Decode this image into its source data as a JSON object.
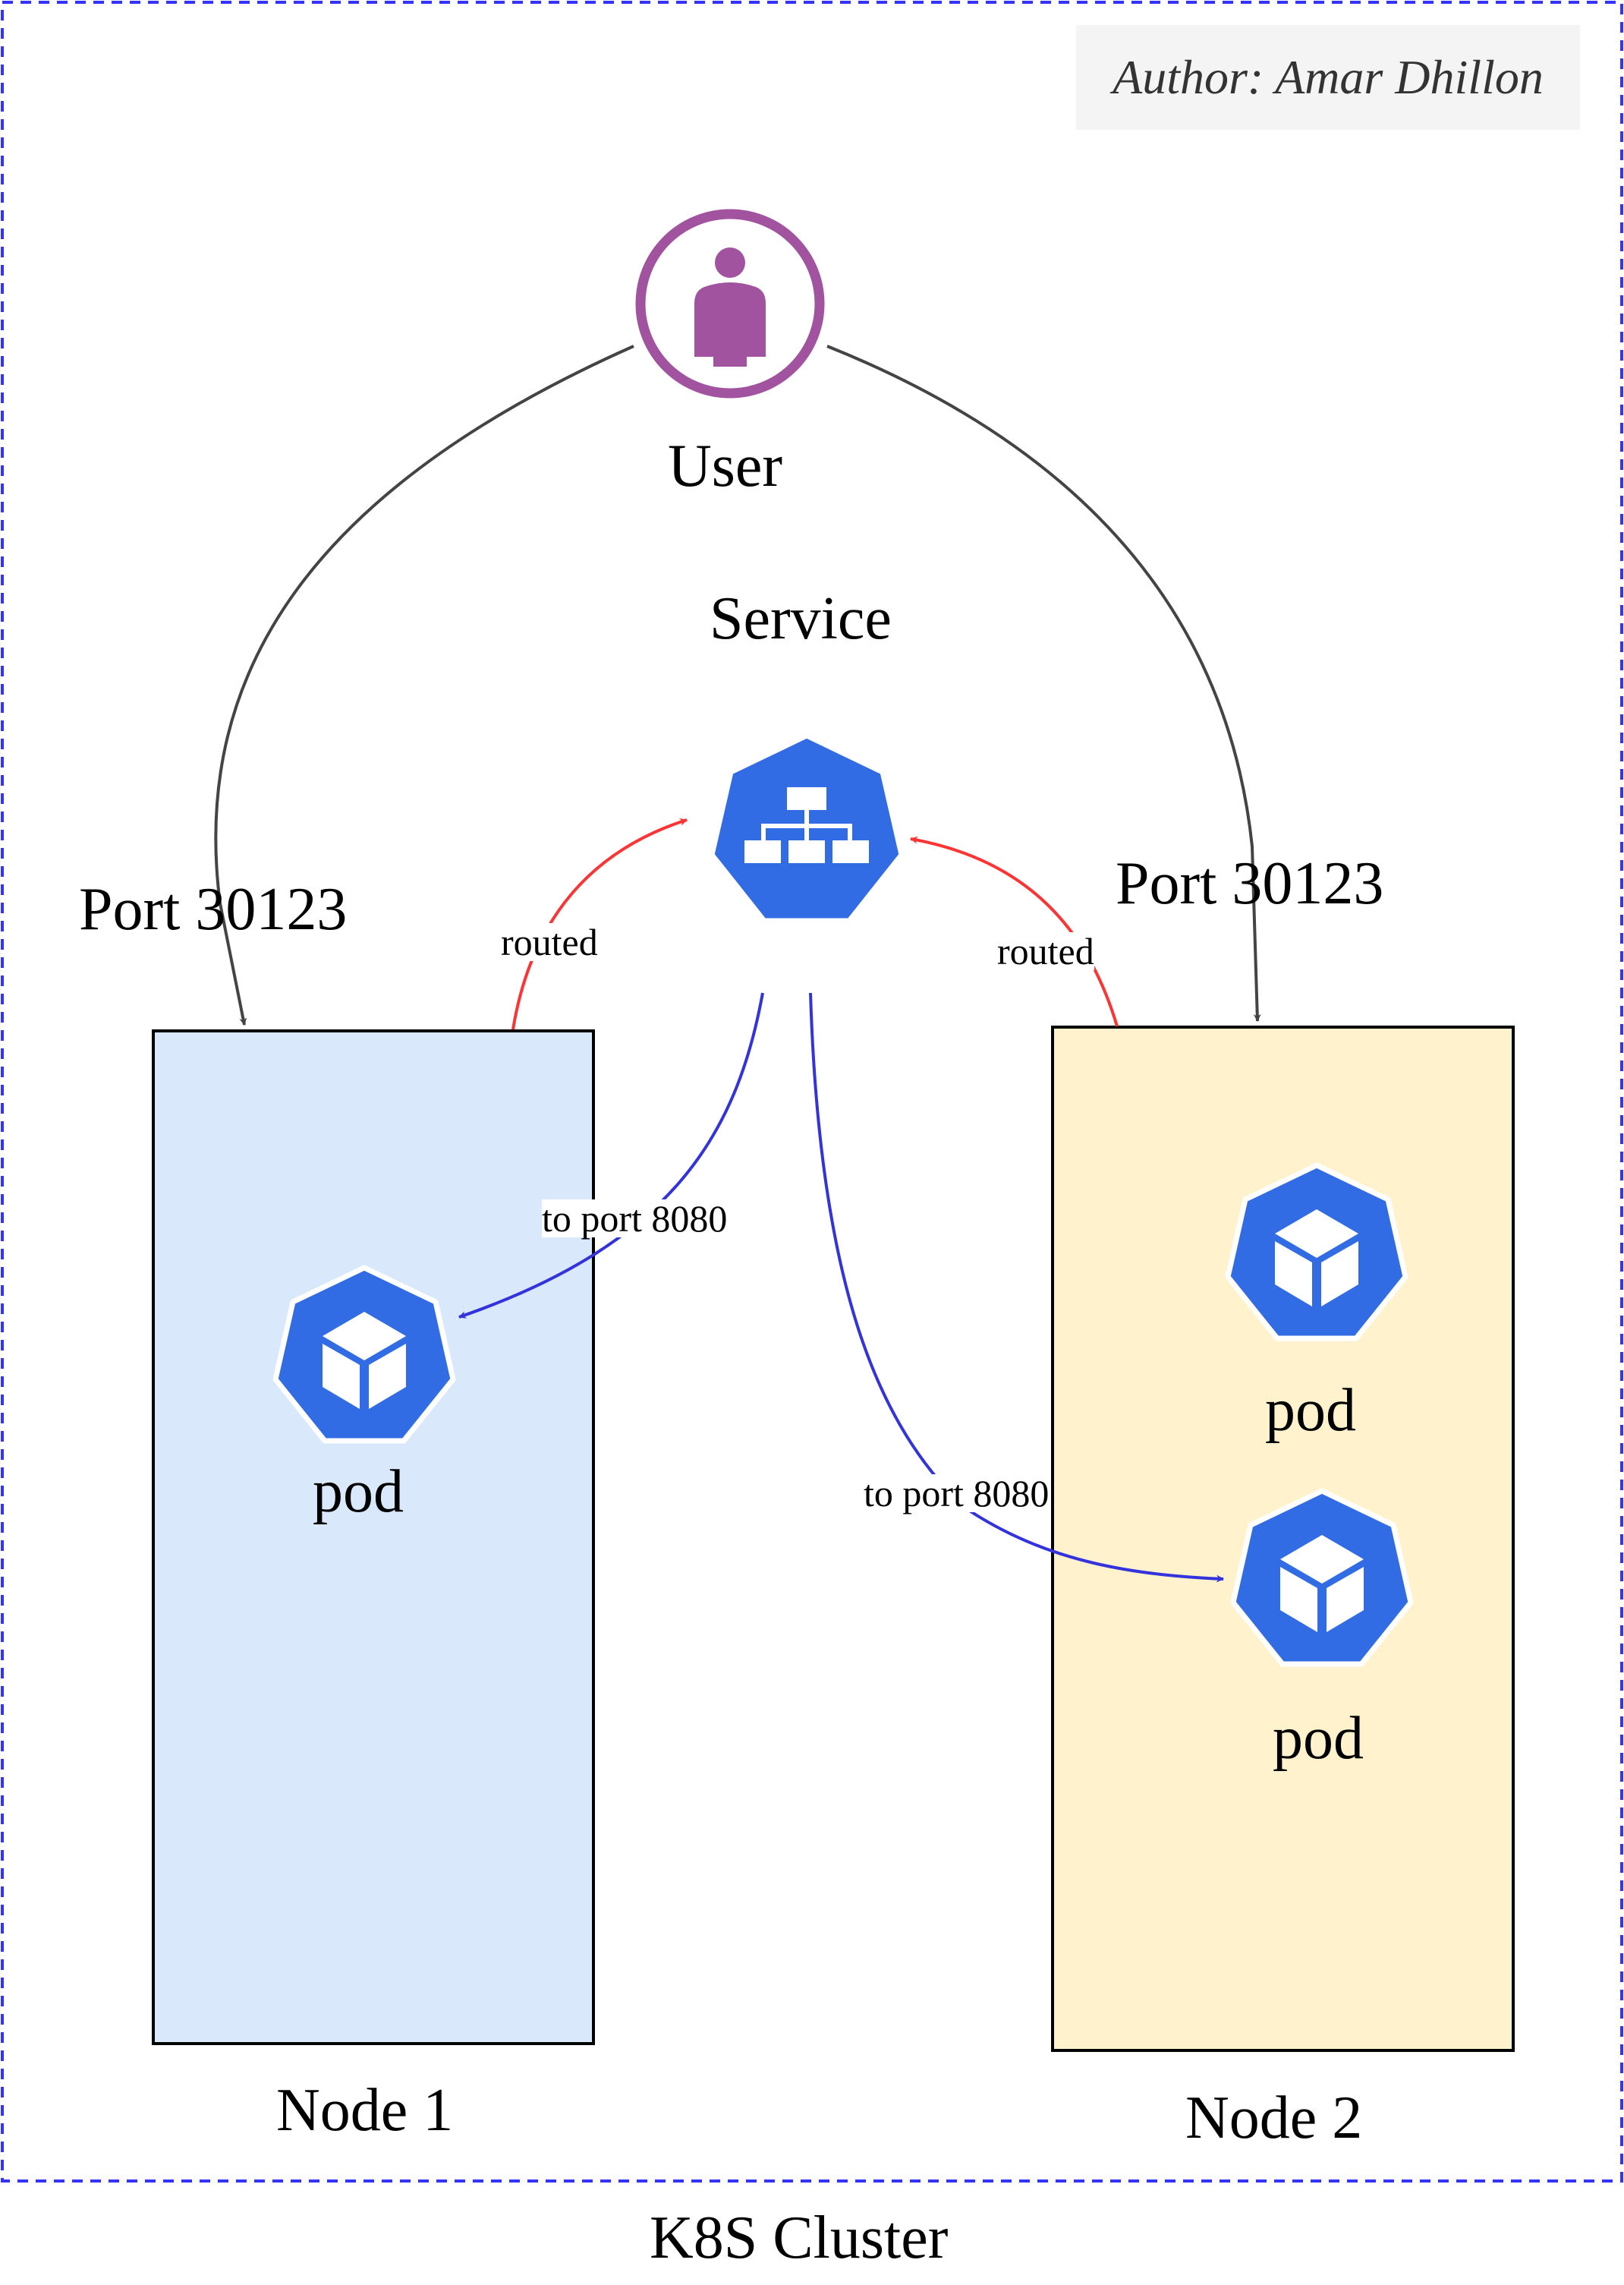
{
  "author": "Author: Amar Dhillon",
  "cluster": {
    "label": "K8S Cluster"
  },
  "user": {
    "label": "User",
    "icon": "user-icon"
  },
  "service": {
    "label": "Service",
    "icon": "service-icon"
  },
  "nodes": [
    {
      "label": "Node 1",
      "fill": "#dae8fc",
      "pods": [
        "pod"
      ]
    },
    {
      "label": "Node 2",
      "fill": "#fff2cc",
      "pods": [
        "pod",
        "pod"
      ]
    }
  ],
  "edges": {
    "user_to_node1": "Port 30123",
    "user_to_node2": "Port 30123",
    "node1_to_service": "routed",
    "node2_to_service": "routed",
    "service_to_pod1": "to port 8080",
    "service_to_pod3": "to port 8080"
  },
  "colors": {
    "cluster_border": "#3333ff",
    "user_edge": "#444444",
    "routed_edge": "#ff3333",
    "pod_edge": "#3333dd",
    "k8s_blue": "#326ce5",
    "user_purple": "#a153a0"
  }
}
